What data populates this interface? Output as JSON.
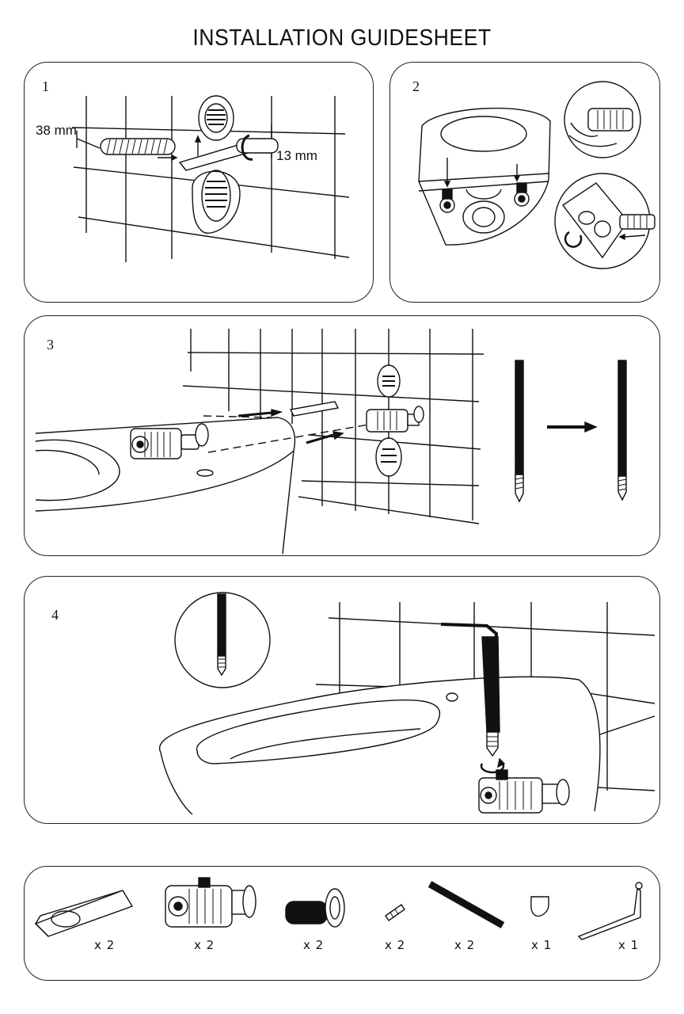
{
  "title": "INSTALLATION GUIDESHEET",
  "steps": {
    "step1": {
      "number": "1",
      "dim_left": "38 mm",
      "dim_right": "13 mm"
    },
    "step2": {
      "number": "2"
    },
    "step3": {
      "number": "3"
    },
    "step4": {
      "number": "4"
    }
  },
  "parts": [
    {
      "icon": "wall-plug-wedge-icon",
      "qty": "x 2"
    },
    {
      "icon": "mounting-bracket-icon",
      "qty": "x 2"
    },
    {
      "icon": "anchor-bolt-icon",
      "qty": "x 2"
    },
    {
      "icon": "grub-screw-icon",
      "qty": "x 2"
    },
    {
      "icon": "threaded-rod-icon",
      "qty": "x 2"
    },
    {
      "icon": "d-ring-icon",
      "qty": "x 1"
    },
    {
      "icon": "hex-key-icon",
      "qty": "x 1"
    }
  ],
  "colors": {
    "line": "#111111",
    "background": "#ffffff"
  }
}
